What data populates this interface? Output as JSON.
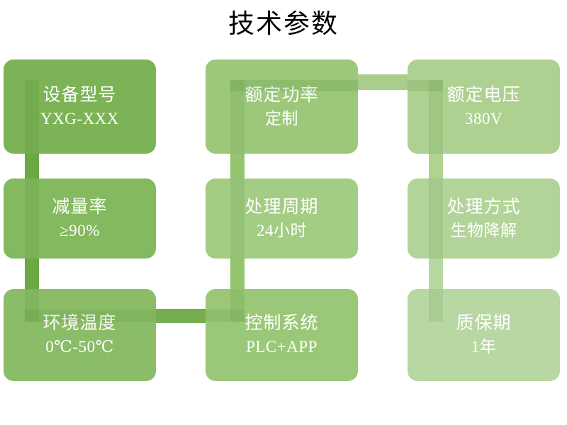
{
  "title": "技术参数",
  "theme": {
    "background": "#ffffff",
    "title_color": "#000000",
    "card_text_color": "#ffffff",
    "green_dark": "#76b254",
    "green_mid": "#8dc163",
    "green_light": "#a9cf8f",
    "green_pale": "#bcd9a6",
    "connector_dark": "#6aa844",
    "connector_mid": "#85bb5e",
    "connector_light": "#a9cd8c",
    "connector_pale": "#b7d5a1"
  },
  "cards": [
    {
      "id": "equipment-model",
      "label": "设备型号",
      "value": "YXG-XXX",
      "color": "#7cb356",
      "row": 1,
      "col": 1
    },
    {
      "id": "rated-power",
      "label": "额定功率",
      "value": "定制",
      "color": "#9dc87c",
      "row": 1,
      "col": 2
    },
    {
      "id": "rated-voltage",
      "label": "额定电压",
      "value": "380V",
      "color": "#aed192",
      "row": 1,
      "col": 3
    },
    {
      "id": "reduction-rate",
      "label": "减量率",
      "value": "≥90%",
      "color": "#84b95f",
      "row": 2,
      "col": 1
    },
    {
      "id": "treatment-cycle",
      "label": "处理周期",
      "value": "24小时",
      "color": "#a3cc84",
      "row": 2,
      "col": 2
    },
    {
      "id": "treatment-method",
      "label": "处理方式",
      "value": "生物降解",
      "color": "#b3d499",
      "row": 2,
      "col": 3
    },
    {
      "id": "ambient-temperature",
      "label": "环境温度",
      "value": "0℃-50℃",
      "color": "#8bbd68",
      "row": 3,
      "col": 1
    },
    {
      "id": "control-system",
      "label": "控制系统",
      "value": "PLC+APP",
      "color": "#9ac878",
      "row": 3,
      "col": 2
    },
    {
      "id": "warranty-period",
      "label": "质保期",
      "value": "1年",
      "color": "#b8d7a2",
      "row": 3,
      "col": 3
    }
  ],
  "connectors": [
    {
      "id": "col1-row1-row2",
      "orientation": "vertical"
    },
    {
      "id": "col1-row2-row3",
      "orientation": "vertical"
    },
    {
      "id": "col2-row1-row2",
      "orientation": "vertical"
    },
    {
      "id": "col2-row2-row3",
      "orientation": "vertical"
    },
    {
      "id": "col3-row1-row2",
      "orientation": "vertical"
    },
    {
      "id": "col3-row2-row3",
      "orientation": "vertical"
    },
    {
      "id": "row1-col2-col3",
      "orientation": "horizontal"
    },
    {
      "id": "row3-col1-col2",
      "orientation": "horizontal"
    }
  ]
}
